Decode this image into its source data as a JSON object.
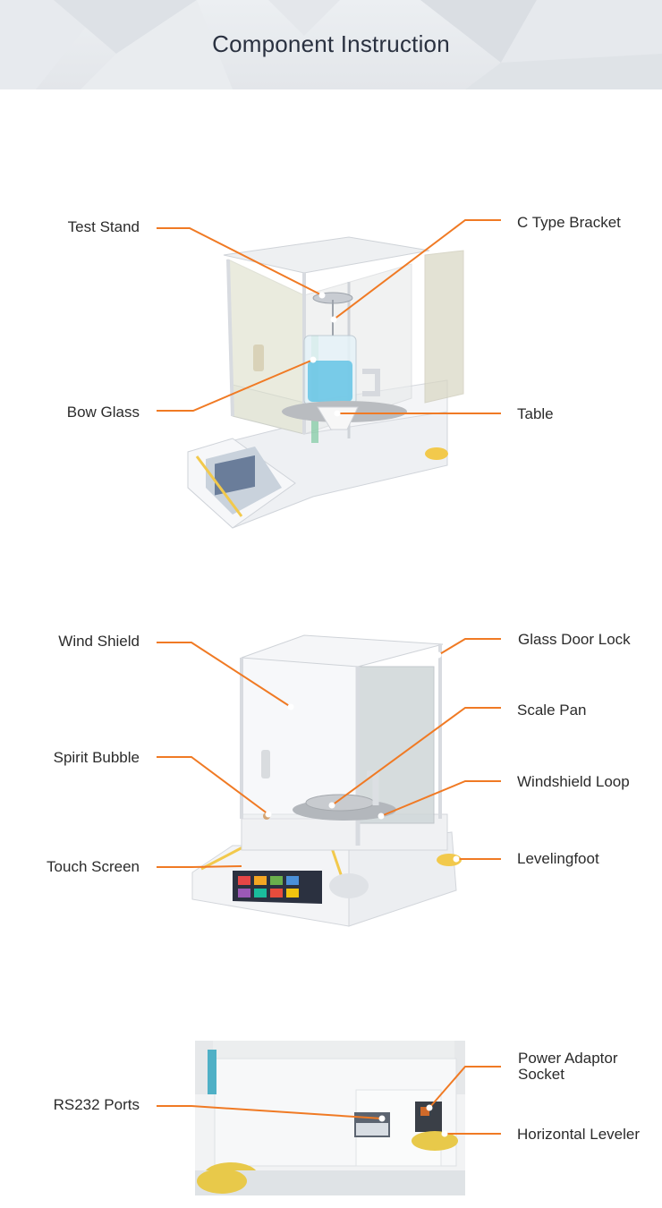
{
  "header": {
    "title": "Component Instruction"
  },
  "section1": {
    "labels": {
      "test_stand": "Test Stand",
      "bow_glass": "Bow Glass",
      "c_type_bracket": "C Type Bracket",
      "table": "Table"
    }
  },
  "section2": {
    "labels": {
      "wind_shield": "Wind Shield",
      "spirit_bubble": "Spirit Bubble",
      "touch_screen": "Touch Screen",
      "glass_door_lock": "Glass Door Lock",
      "scale_pan": "Scale Pan",
      "windshield_loop": "Windshield Loop",
      "levelingfoot": "Levelingfoot"
    }
  },
  "section3": {
    "labels": {
      "rs232_ports": "RS232 Ports",
      "power_adaptor_socket": "Power Adaptor Socket",
      "horizontal_leveler": "Horizontal Leveler"
    }
  },
  "colors": {
    "accent_line": "#f07a24",
    "label_text": "#2b2b2b",
    "title_text": "#2a3140"
  }
}
